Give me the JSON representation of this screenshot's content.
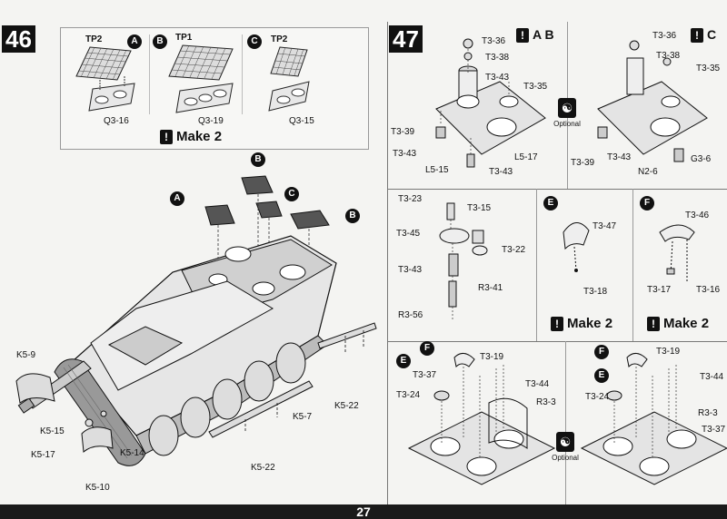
{
  "steps": {
    "s46": "46",
    "s47": "47"
  },
  "markers": {
    "a": "A",
    "b": "B",
    "c": "C",
    "e": "E",
    "f": "F"
  },
  "step46": {
    "tp_a": "TP2",
    "tp_b": "TP1",
    "tp_c": "TP2",
    "q_a": "Q3-16",
    "q_b": "Q3-19",
    "q_c": "Q3-15",
    "make2": "Make 2",
    "k5_9": "K5-9",
    "k5_15": "K5-15",
    "k5_17": "K5-17",
    "k5_14": "K5-14",
    "k5_10": "K5-10",
    "k5_7": "K5-7",
    "k5_22a": "K5-22",
    "k5_22b": "K5-22"
  },
  "step47": {
    "p1_title": "A B",
    "p2_title": "C",
    "p1": {
      "t36": "T3-36",
      "t38": "T3-38",
      "t43a": "T3-43",
      "t35": "T3-35",
      "t39": "T3-39",
      "t43b": "T3-43",
      "l15": "L5-15",
      "t43c": "T3-43",
      "l17": "L5-17"
    },
    "optional": "Optional",
    "p2": {
      "t36": "T3-36",
      "t38": "T3-38",
      "t35": "T3-35",
      "t39": "T3-39",
      "t43": "T3-43",
      "n26": "N2-6",
      "g36": "G3-6"
    },
    "p3": {
      "t23": "T3-23",
      "t15": "T3-15",
      "t45": "T3-45",
      "t22": "T3-22",
      "t43": "T3-43",
      "r41": "R3-41",
      "r56": "R3-56"
    },
    "p4": {
      "t47": "T3-47",
      "t18": "T3-18",
      "make2": "Make 2"
    },
    "p5": {
      "t46": "T3-46",
      "t17": "T3-17",
      "t16": "T3-16",
      "make2": "Make 2"
    },
    "p6": {
      "t37": "T3-37",
      "t19": "T3-19",
      "t44": "T3-44",
      "t24": "T3-24",
      "r3": "R3-3"
    },
    "p7": {
      "t19": "T3-19",
      "t44": "T3-44",
      "t24": "T3-24",
      "r3": "R3-3",
      "t37": "T3-37"
    }
  },
  "page_number": "27"
}
